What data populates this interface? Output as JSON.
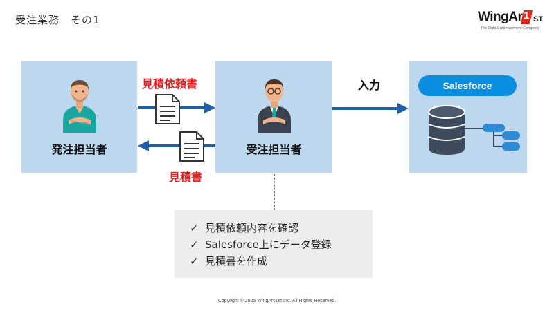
{
  "slide": {
    "title": "受注業務　その1"
  },
  "logo": {
    "name": "WingArc",
    "badge": "1",
    "suffix": "ST",
    "tagline": "The Data Empowerment Company"
  },
  "actors": {
    "client": {
      "label": "発注担当者"
    },
    "receiver": {
      "label": "受注担当者"
    }
  },
  "flows": {
    "request": {
      "label": "見積依頼書"
    },
    "quote": {
      "label": "見積書"
    },
    "input": {
      "label": "入力"
    }
  },
  "salesforce": {
    "label": "Salesforce"
  },
  "tasks": [
    {
      "text": "見積依頼内容を確認"
    },
    {
      "text": "Salesforce上にデータ登録"
    },
    {
      "text": "見積書を作成"
    }
  ],
  "footer": {
    "copyright": "Copyright © 2025 WingArc1st Inc.  All Rights Reserved."
  },
  "colors": {
    "box": "#bdd7ee",
    "arrow": "#1f5fa8",
    "accent_red": "#e02020",
    "salesforce": "#0a8fe0",
    "database": "#3d4a5c",
    "node": "#2e8bd6"
  }
}
